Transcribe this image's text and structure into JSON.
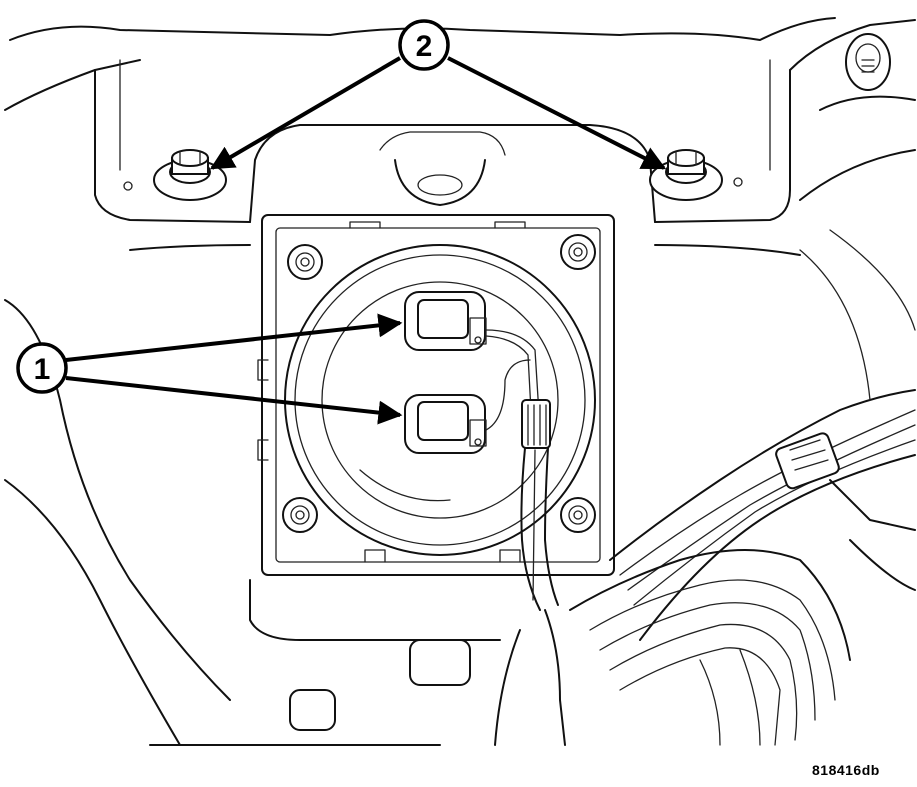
{
  "figure": {
    "id": "818416db"
  },
  "callouts": [
    {
      "label": "1",
      "target": "clockspring-connectors",
      "arrows": 2
    },
    {
      "label": "2",
      "target": "mounting-bolts",
      "arrows": 2
    }
  ],
  "icons": [
    "bolt-icon",
    "nut-icon",
    "connector-icon",
    "wire-harness-icon"
  ]
}
